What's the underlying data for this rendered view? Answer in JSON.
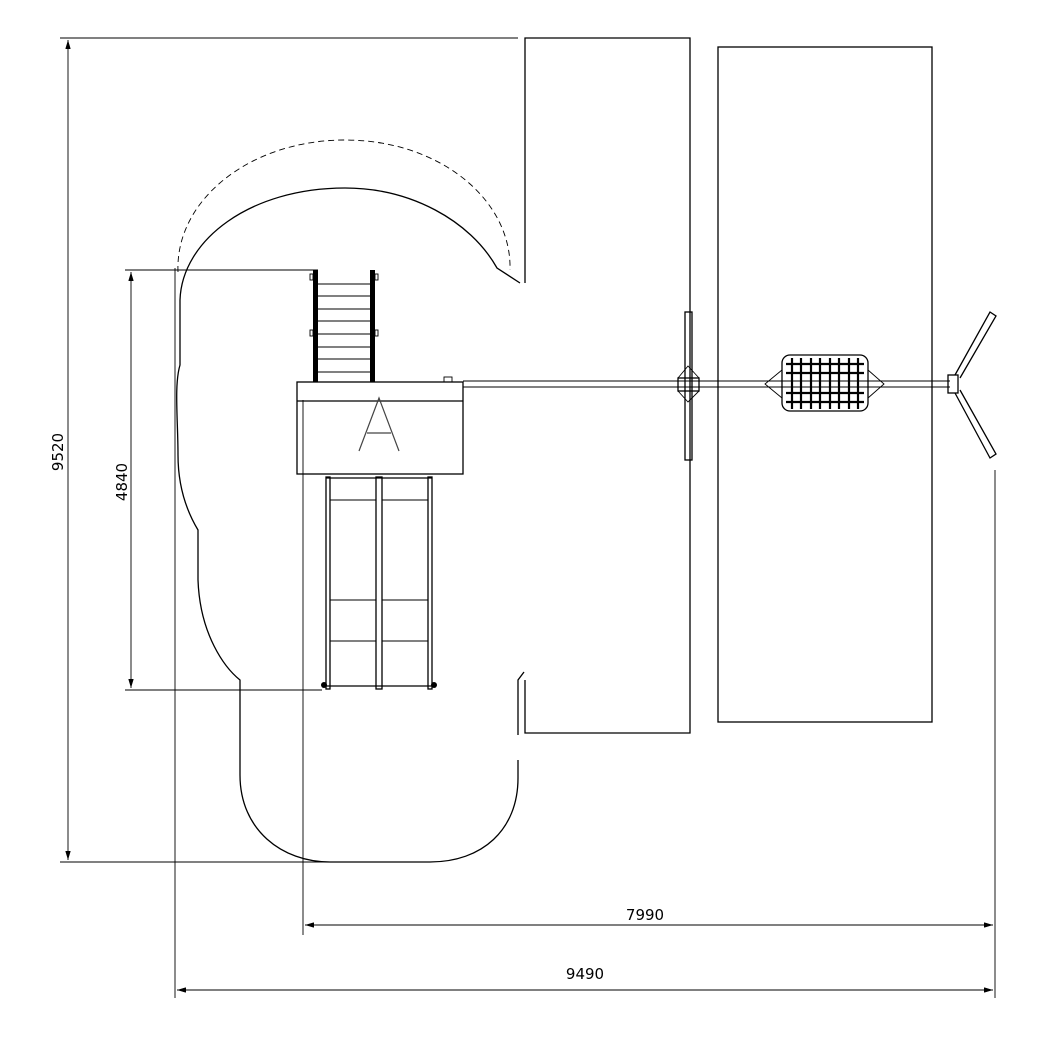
{
  "drawing": {
    "structure_label": "A",
    "dimensions": {
      "overall_height": "9520",
      "structure_length": "4840",
      "structure_to_swing_width": "7990",
      "overall_width": "9490"
    }
  },
  "colors": {
    "line": "#000000",
    "background": "#ffffff"
  }
}
